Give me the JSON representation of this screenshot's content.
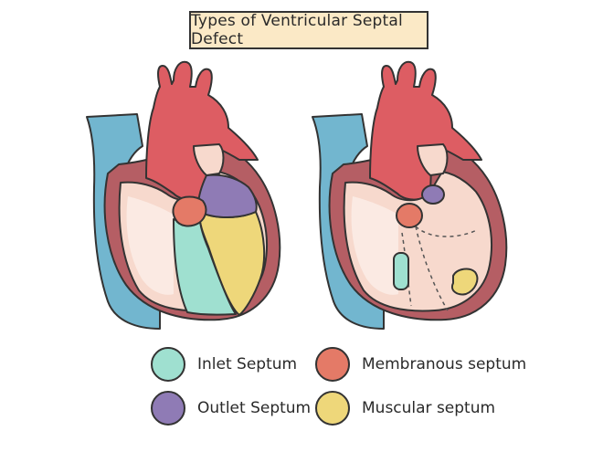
{
  "title": "Types of Ventricular Septal Defect",
  "colors": {
    "inlet": "#9fe0d0",
    "outlet": "#8f7bb5",
    "membranous": "#e47a67",
    "muscular": "#eed77a",
    "aorta": "#dd5d63",
    "vein": "#72b6cf",
    "heart_wall": "#b55e64",
    "chamber": "#f7d9cd",
    "chamber_light": "#fbeae3"
  },
  "legend": [
    {
      "label": "Inlet Septum",
      "color": "#9fe0d0",
      "key": "inlet"
    },
    {
      "label": "Membranous septum",
      "color": "#e47a67",
      "key": "membranous"
    },
    {
      "label": "Outlet Septum",
      "color": "#8f7bb5",
      "key": "outlet"
    },
    {
      "label": "Muscular septum",
      "color": "#eed77a",
      "key": "muscular"
    }
  ]
}
